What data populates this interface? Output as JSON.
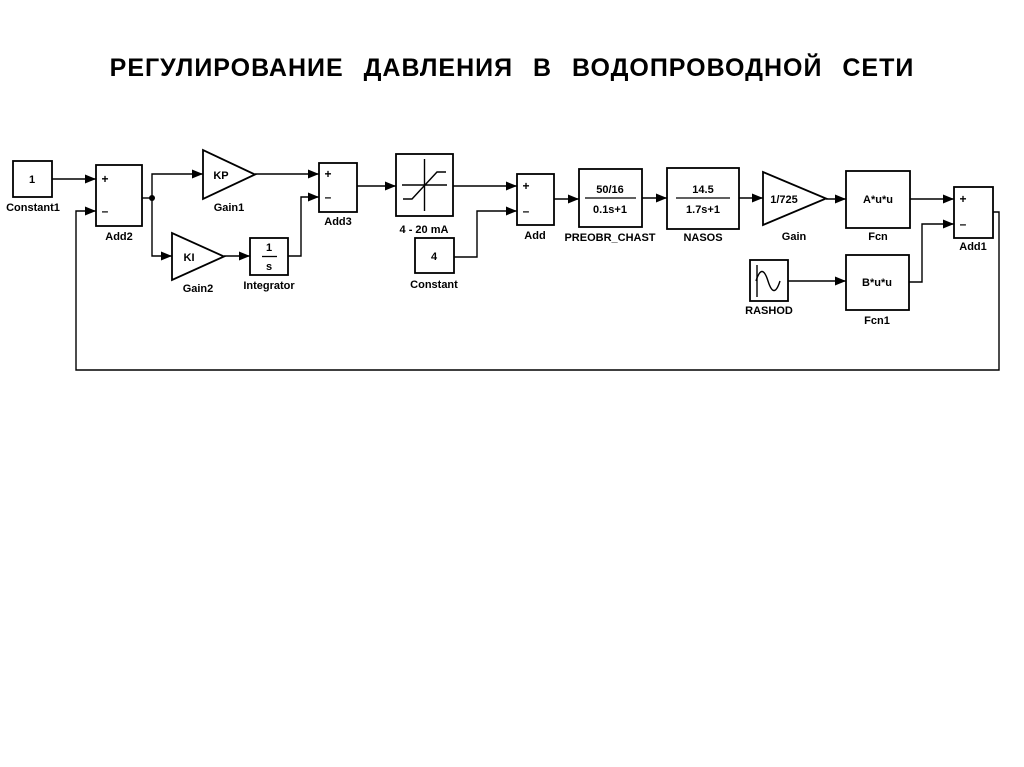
{
  "title": "РЕГУЛИРОВАНИЕ ДАВЛЕНИЯ В ВОДОПРОВОДНОЙ СЕТИ",
  "sum": {
    "plus": "+",
    "minus": "–"
  },
  "blocks": {
    "constant1": {
      "value": "1",
      "label": "Constant1"
    },
    "add2": {
      "label": "Add2"
    },
    "gain1": {
      "value": "KP",
      "label": "Gain1"
    },
    "gain2": {
      "value": "KI",
      "label": "Gain2"
    },
    "integrator": {
      "numerator": "1",
      "denominator": "s",
      "label": "Integrator"
    },
    "add3": {
      "label": "Add3"
    },
    "saturation": {
      "label": "4 - 20 mA"
    },
    "constant": {
      "value": "4",
      "label": "Constant"
    },
    "add": {
      "label": "Add"
    },
    "preobr_chast": {
      "numerator": "50/16",
      "denominator": "0.1s+1",
      "label": "PREOBR_CHAST"
    },
    "nasos": {
      "numerator": "14.5",
      "denominator": "1.7s+1",
      "label": "NASOS"
    },
    "gain": {
      "value": "1/725",
      "label": "Gain"
    },
    "fcn": {
      "value": "A*u*u",
      "label": "Fcn"
    },
    "rashod": {
      "label": "RASHOD"
    },
    "fcn1": {
      "value": "B*u*u",
      "label": "Fcn1"
    },
    "add1": {
      "label": "Add1"
    }
  },
  "colors": {
    "line": "#000000",
    "background": "#ffffff"
  }
}
